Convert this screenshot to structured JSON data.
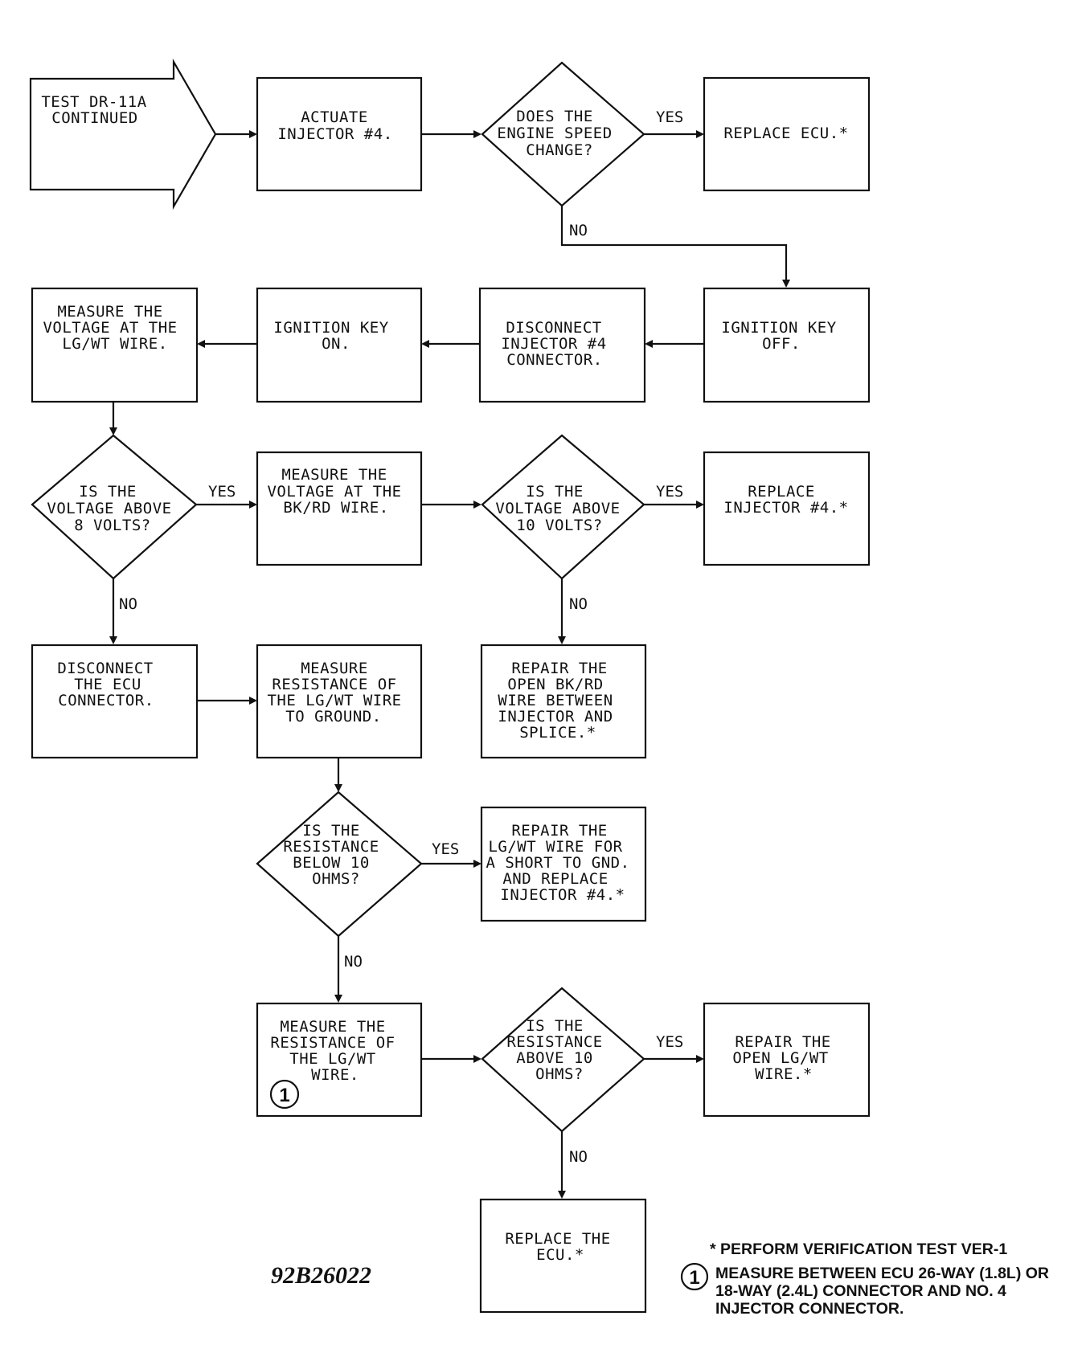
{
  "nodes": {
    "start": [
      "TEST DR-11A",
      "CONTINUED"
    ],
    "actuate": [
      "ACTUATE",
      "INJECTOR #4."
    ],
    "q_speed": [
      "DOES THE",
      "ENGINE SPEED",
      "CHANGE?"
    ],
    "replace_ecu_1": [
      "REPLACE ECU.*"
    ],
    "key_off": [
      "IGNITION KEY",
      "OFF."
    ],
    "disconnect_inj": [
      "DISCONNECT",
      "INJECTOR #4",
      "CONNECTOR."
    ],
    "key_on": [
      "IGNITION KEY",
      "ON."
    ],
    "measure_lgwt": [
      "MEASURE THE",
      "VOLTAGE AT THE",
      "LG/WT WIRE."
    ],
    "q_8v": [
      "IS THE",
      "VOLTAGE ABOVE",
      "8 VOLTS?"
    ],
    "measure_bkrd": [
      "MEASURE THE",
      "VOLTAGE AT THE",
      "BK/RD WIRE."
    ],
    "q_10v": [
      "IS THE",
      "VOLTAGE ABOVE",
      "10 VOLTS?"
    ],
    "replace_inj": [
      "REPLACE",
      "INJECTOR #4.*"
    ],
    "disconnect_ecu": [
      "DISCONNECT",
      "THE ECU",
      "CONNECTOR."
    ],
    "measure_res_gnd": [
      "MEASURE",
      "RESISTANCE OF",
      "THE LG/WT WIRE",
      "TO GROUND."
    ],
    "repair_bkrd": [
      "REPAIR THE",
      "OPEN BK/RD",
      "WIRE BETWEEN",
      "INJECTOR AND",
      "SPLICE.*"
    ],
    "q_below10": [
      "IS THE",
      "RESISTANCE",
      "BELOW 10",
      "OHMS?"
    ],
    "repair_short": [
      "REPAIR THE",
      "LG/WT WIRE FOR",
      "A SHORT TO GND.",
      "AND REPLACE",
      "INJECTOR #4.*"
    ],
    "measure_res_wire": [
      "MEASURE THE",
      "RESISTANCE OF",
      "THE LG/WT",
      "WIRE."
    ],
    "q_above10": [
      "IS THE",
      "RESISTANCE",
      "ABOVE 10",
      "OHMS?"
    ],
    "repair_open": [
      "REPAIR THE",
      "OPEN LG/WT",
      "WIRE.*"
    ],
    "replace_ecu_2": [
      "REPLACE THE",
      "ECU.*"
    ]
  },
  "labels": {
    "yes": "YES",
    "no": "NO"
  },
  "note_marker": "1",
  "code": "92B26022",
  "footnotes": {
    "asterisk": "* PERFORM VERIFICATION TEST VER-1",
    "note1": [
      "MEASURE BETWEEN ECU 26-WAY (1.8L) OR",
      "18-WAY (2.4L) CONNECTOR AND NO. 4",
      "INJECTOR CONNECTOR."
    ]
  }
}
